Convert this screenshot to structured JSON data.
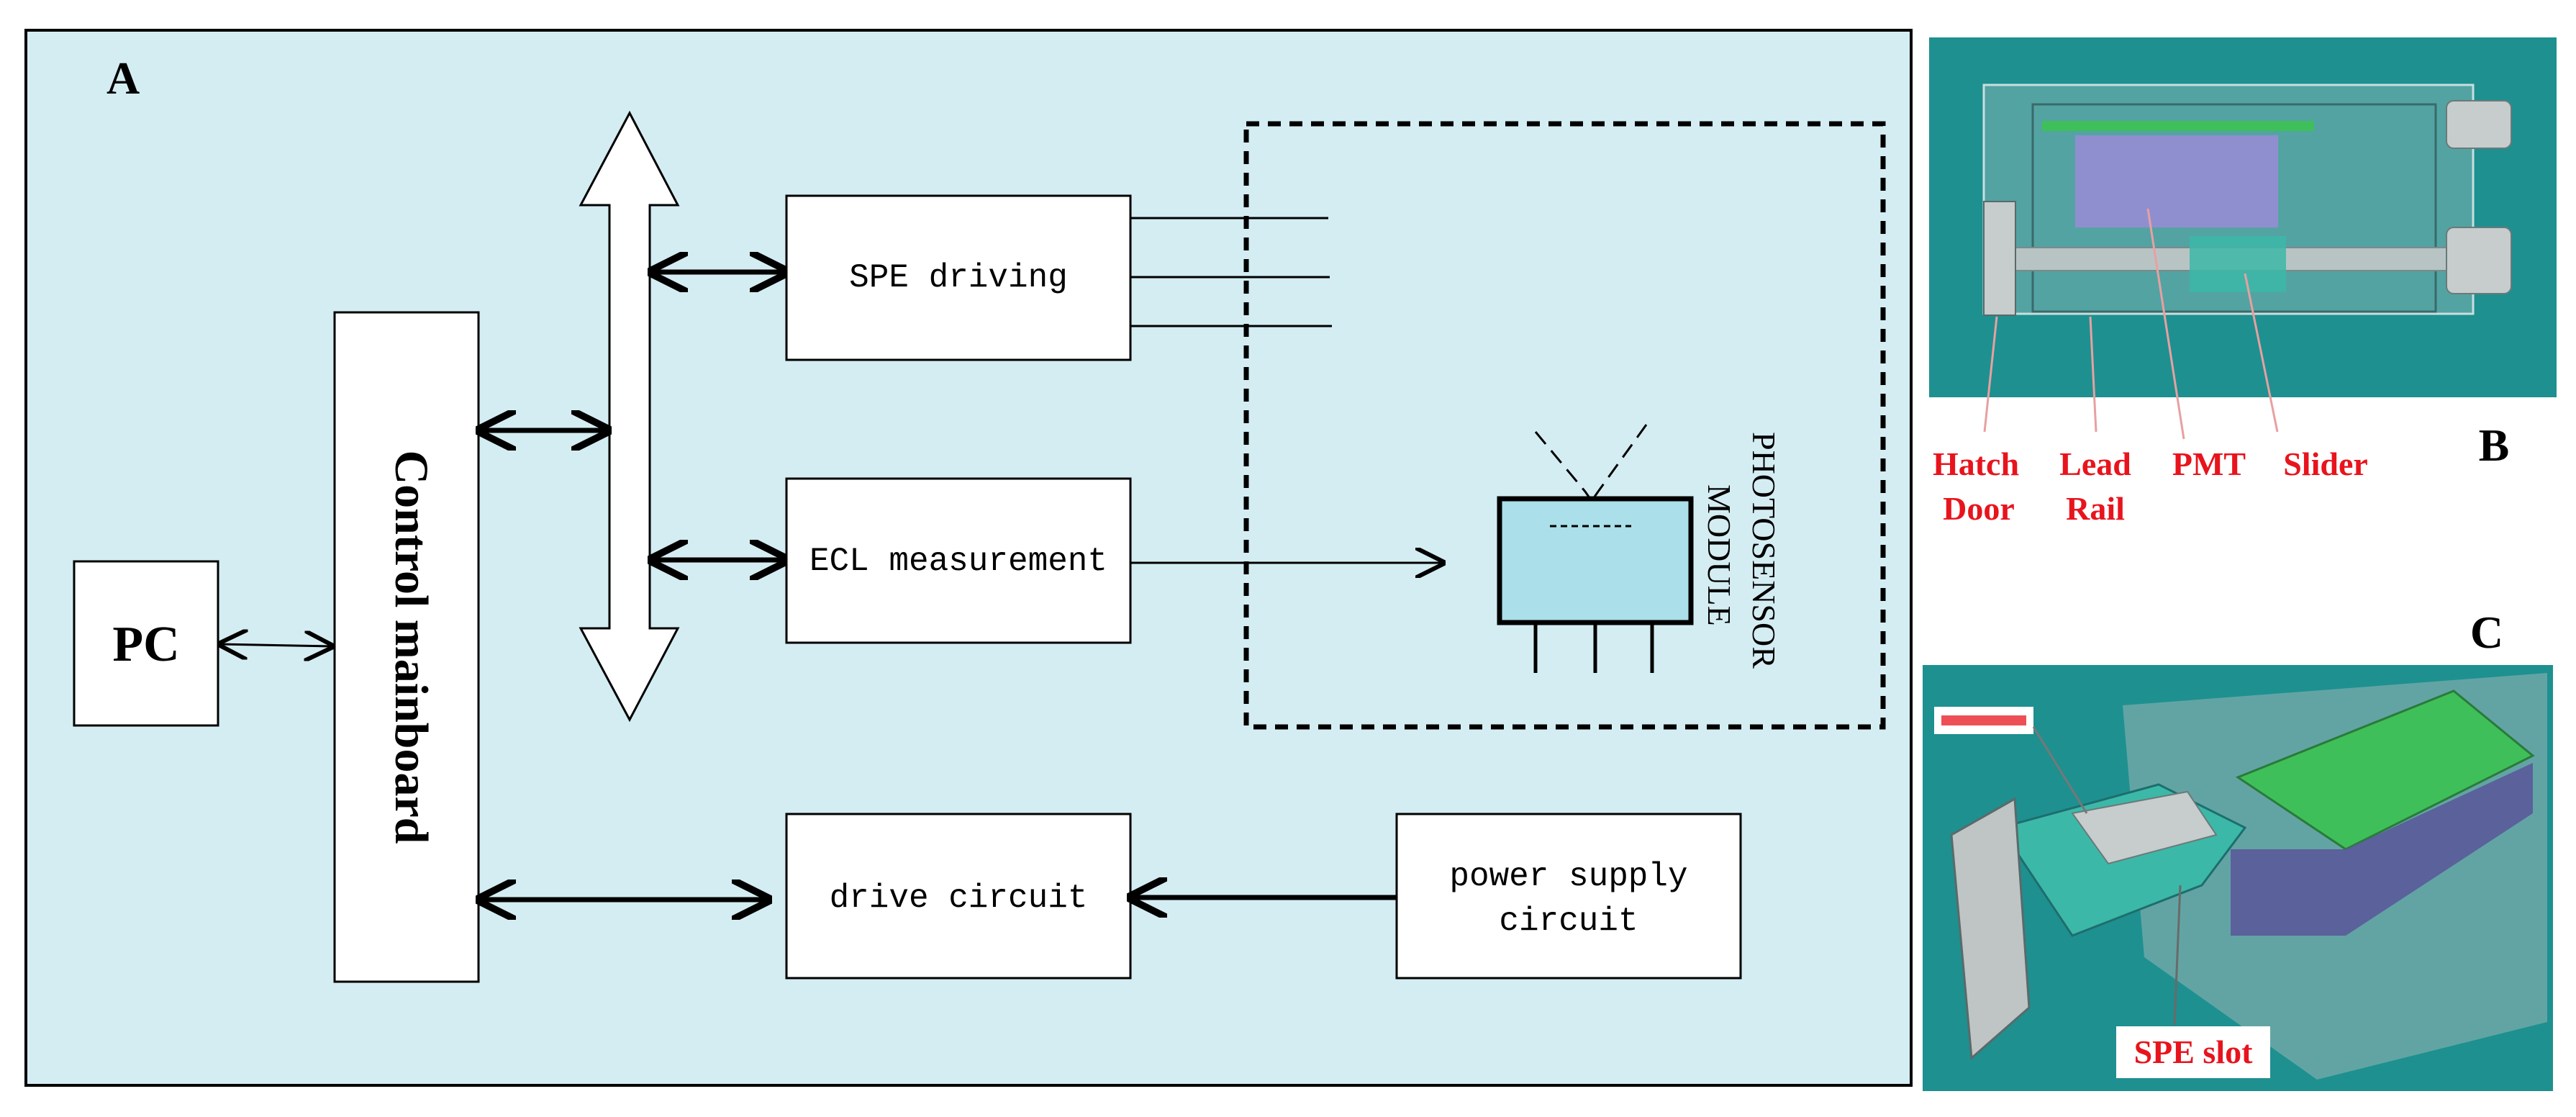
{
  "panel_a": {
    "label": "A",
    "pc": "PC",
    "control_mainboard": "Control mainboard",
    "spe_driving": "SPE driving",
    "ecl_measurement": "ECL measurement",
    "drive_circuit": "drive circuit",
    "power_supply_line1": "power supply",
    "power_supply_line2": "circuit",
    "photosensor_line1": "PHOTOSENSOR",
    "photosensor_line2": "MODULE"
  },
  "panel_b": {
    "label": "B",
    "callouts": {
      "hatch_line1": "Hatch",
      "hatch_line2": "Door",
      "lead_line1": "Lead",
      "lead_line2": "Rail",
      "pmt": "PMT",
      "slider": "Slider"
    }
  },
  "panel_c": {
    "label": "C",
    "spe_slot": "SPE slot"
  },
  "colors": {
    "panel_bg": "#d4edf2",
    "callout_red": "#e8141d",
    "photosensor_fill": "#abdfe9",
    "render_teal": "#1e9090",
    "render_green": "#3fbf5a",
    "render_purple": "#8f8fcf"
  }
}
